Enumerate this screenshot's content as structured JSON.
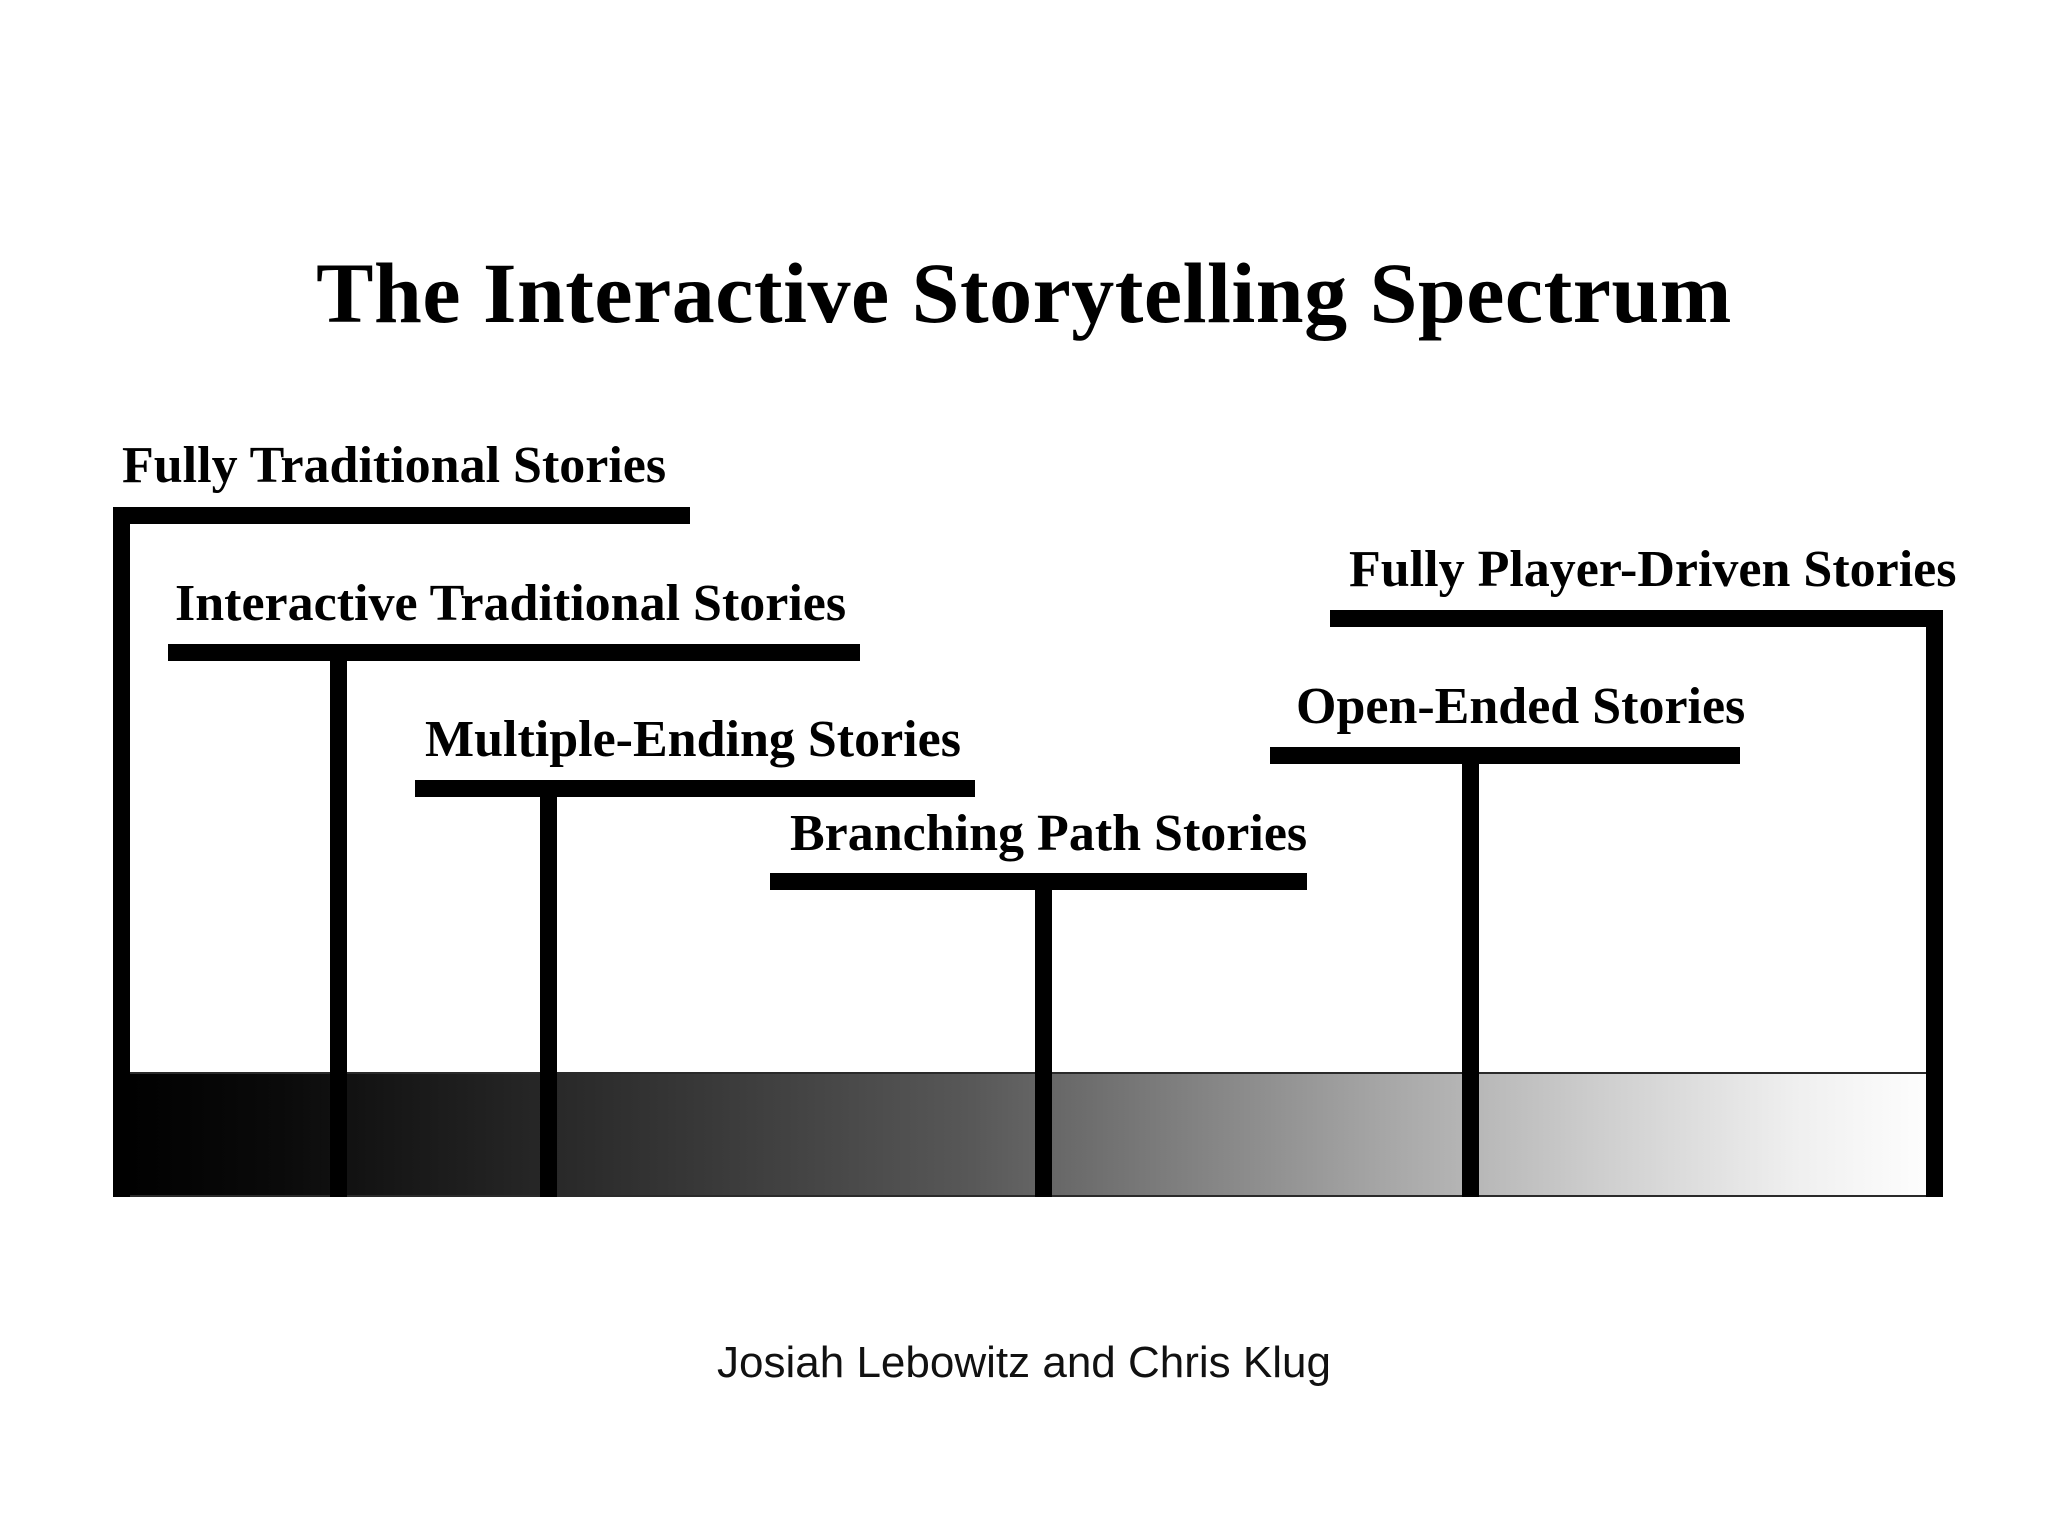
{
  "slide": {
    "title": "The Interactive Storytelling Spectrum",
    "byline": "Josiah Lebowitz and Chris Klug",
    "background_color": "#ffffff",
    "ink_color": "#000000"
  },
  "chart_data": {
    "type": "diagram",
    "title": "The Interactive Storytelling Spectrum",
    "subtitle": "",
    "xlabel": "",
    "ylabel": "",
    "legend_position": "none",
    "grid": false,
    "axis_description": "Horizontal greyscale gradient band running from solid black on the far left (fully authored / traditional) to pure white on the far right (fully player-driven).",
    "gradient": {
      "from_label": "black",
      "from_color": "#000000",
      "to_label": "white",
      "to_color": "#ffffff",
      "direction": "left-to-right"
    },
    "categories": [
      "Fully Traditional Stories",
      "Interactive Traditional Stories",
      "Multiple-Ending Stories",
      "Branching Path Stories",
      "Open-Ended Stories",
      "Fully Player-Driven Stories"
    ],
    "points": [
      {
        "label": "Fully Traditional Stories",
        "order": 1,
        "position_pct": 0,
        "stem_side": "left",
        "shade": "#000000"
      },
      {
        "label": "Interactive Traditional Stories",
        "order": 2,
        "position_pct": 12,
        "stem_side": "inner",
        "shade": "#1a1a1a"
      },
      {
        "label": "Multiple-Ending Stories",
        "order": 3,
        "position_pct": 23,
        "stem_side": "inner",
        "shade": "#333333"
      },
      {
        "label": "Branching Path Stories",
        "order": 4,
        "position_pct": 50,
        "stem_side": "center",
        "shade": "#6e6e6e"
      },
      {
        "label": "Open-Ended Stories",
        "order": 5,
        "position_pct": 74,
        "stem_side": "inner",
        "shade": "#c2c2c2"
      },
      {
        "label": "Fully Player-Driven Stories",
        "order": 6,
        "position_pct": 100,
        "stem_side": "right",
        "shade": "#ffffff"
      }
    ]
  },
  "tiers": [
    {
      "label": "Fully Traditional Stories"
    },
    {
      "label": "Interactive Traditional Stories"
    },
    {
      "label": "Multiple-Ending Stories"
    },
    {
      "label": "Branching Path Stories"
    },
    {
      "label": "Open-Ended Stories"
    },
    {
      "label": "Fully Player-Driven Stories"
    }
  ]
}
